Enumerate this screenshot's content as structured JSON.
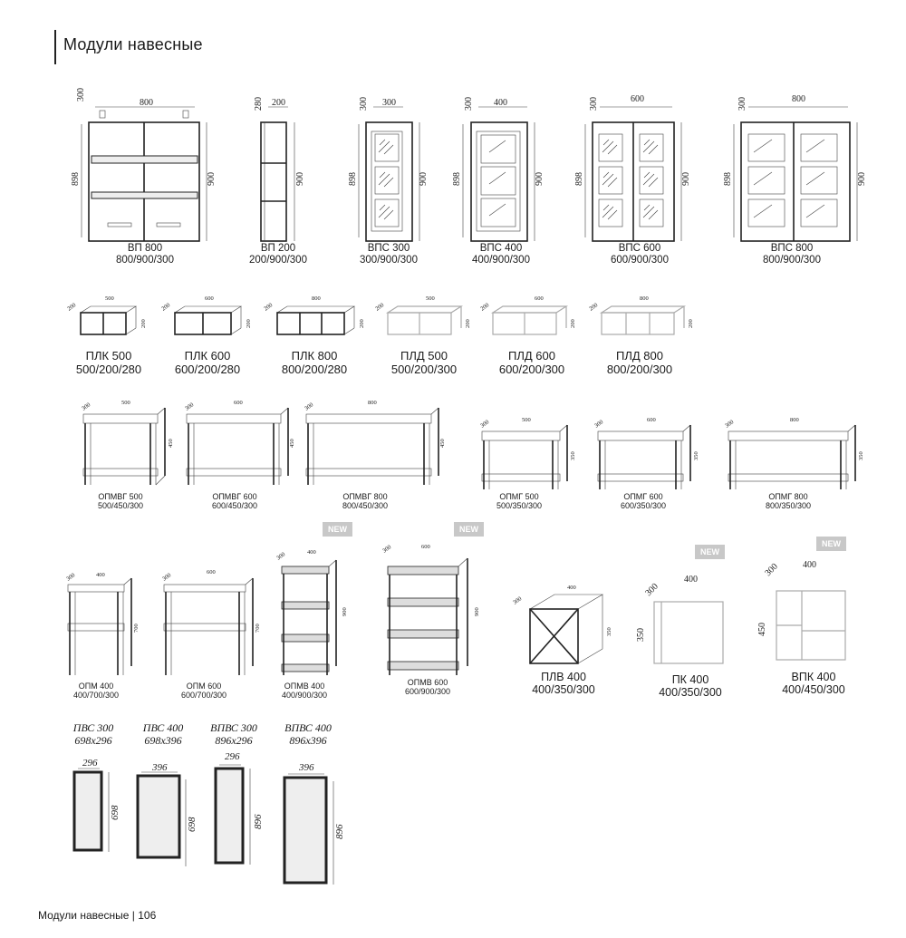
{
  "header": {
    "title": "Модули навесные"
  },
  "footer": {
    "text": "Модули навесные | 106"
  },
  "badge": {
    "label": "NEW"
  },
  "row1": [
    {
      "name": "ВП 800",
      "size": "800/900/300",
      "dims": [
        "300",
        "800",
        "898",
        "900"
      ]
    },
    {
      "name": "ВП 200",
      "size": "200/900/300",
      "dims": [
        "280",
        "200",
        "900"
      ]
    },
    {
      "name": "ВПС 300",
      "size": "300/900/300",
      "dims": [
        "300",
        "300",
        "898",
        "900"
      ]
    },
    {
      "name": "ВПС 400",
      "size": "400/900/300",
      "dims": [
        "300",
        "400",
        "898",
        "900"
      ]
    },
    {
      "name": "ВПС 600",
      "size": "600/900/300",
      "dims": [
        "300",
        "600",
        "898",
        "900"
      ]
    },
    {
      "name": "ВПС 800",
      "size": "800/900/300",
      "dims": [
        "300",
        "800",
        "898",
        "900"
      ]
    }
  ],
  "row2": [
    {
      "name": "ПЛК 500",
      "size": "500/200/280",
      "dims": [
        "200",
        "500",
        "200"
      ]
    },
    {
      "name": "ПЛК 600",
      "size": "600/200/280",
      "dims": [
        "200",
        "600",
        "200"
      ]
    },
    {
      "name": "ПЛК 800",
      "size": "800/200/280",
      "dims": [
        "200",
        "800",
        "200"
      ]
    },
    {
      "name": "ПЛД 500",
      "size": "500/200/300",
      "dims": [
        "200",
        "500",
        "200"
      ]
    },
    {
      "name": "ПЛД 600",
      "size": "600/200/300",
      "dims": [
        "200",
        "600",
        "200"
      ]
    },
    {
      "name": "ПЛД 800",
      "size": "800/200/300",
      "dims": [
        "200",
        "800",
        "200"
      ]
    }
  ],
  "row3": [
    {
      "name": "ОПМВГ 500",
      "size": "500/450/300",
      "dims": [
        "300",
        "500",
        "450"
      ]
    },
    {
      "name": "ОПМВГ 600",
      "size": "600/450/300",
      "dims": [
        "300",
        "600",
        "450"
      ]
    },
    {
      "name": "ОПМВГ 800",
      "size": "800/450/300",
      "dims": [
        "300",
        "800",
        "450"
      ]
    },
    {
      "name": "ОПМГ 500",
      "size": "500/350/300",
      "dims": [
        "300",
        "500",
        "350"
      ]
    },
    {
      "name": "ОПМГ 600",
      "size": "600/350/300",
      "dims": [
        "300",
        "600",
        "350"
      ]
    },
    {
      "name": "ОПМГ 800",
      "size": "800/350/300",
      "dims": [
        "300",
        "800",
        "350"
      ]
    }
  ],
  "row4": [
    {
      "name": "ОПМ 400",
      "size": "400/700/300",
      "dims": [
        "300",
        "400",
        "700"
      ]
    },
    {
      "name": "ОПМ 600",
      "size": "600/700/300",
      "dims": [
        "300",
        "600",
        "700"
      ]
    },
    {
      "name": "ОПМВ 400",
      "size": "400/900/300",
      "dims": [
        "300",
        "400",
        "900"
      ]
    },
    {
      "name": "ОПМВ 600",
      "size": "600/900/300",
      "dims": [
        "300",
        "600",
        "900"
      ]
    },
    {
      "name": "ПЛВ 400",
      "size": "400/350/300",
      "dims": [
        "300",
        "400",
        "350"
      ]
    },
    {
      "name": "ПК 400",
      "size": "400/350/300",
      "dims": [
        "300",
        "400",
        "350"
      ]
    },
    {
      "name": "ВПК 400",
      "size": "400/450/300",
      "dims": [
        "300",
        "400",
        "450"
      ]
    }
  ],
  "row5": [
    {
      "name": "ПВС 300",
      "size": "698x296",
      "dims": [
        "296",
        "698"
      ]
    },
    {
      "name": "ПВС 400",
      "size": "698x396",
      "dims": [
        "396",
        "698"
      ]
    },
    {
      "name": "ВПВС 300",
      "size": "896x296",
      "dims": [
        "296",
        "896"
      ]
    },
    {
      "name": "ВПВС 400",
      "size": "896x396",
      "dims": [
        "396",
        "896"
      ]
    }
  ]
}
